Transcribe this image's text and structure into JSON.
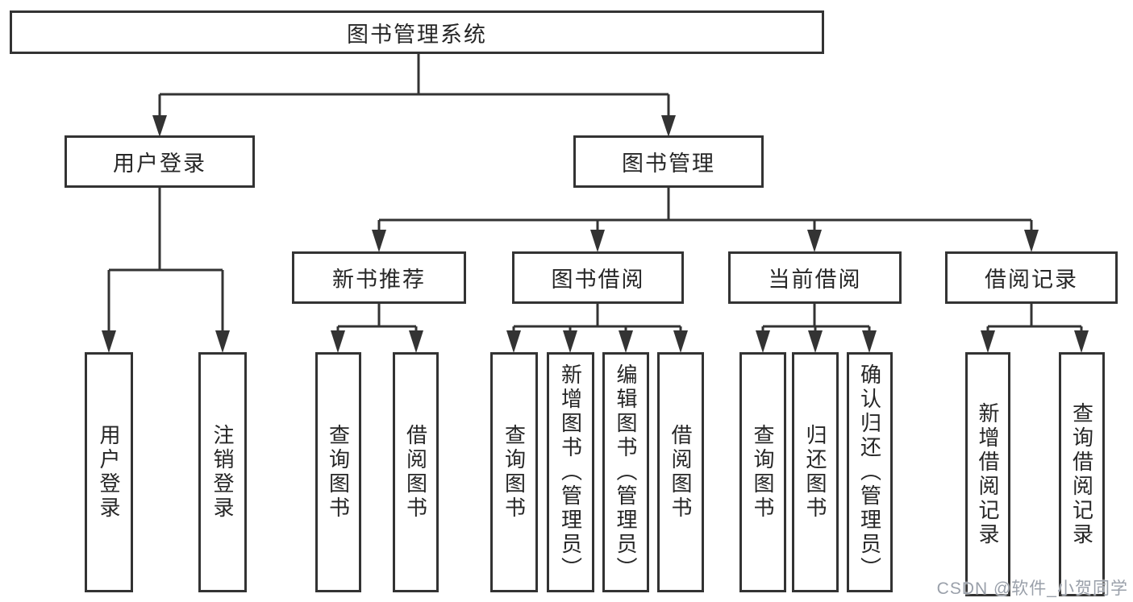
{
  "diagram": {
    "root": {
      "label": "图书管理系统"
    },
    "level2": [
      {
        "id": "user-login",
        "label": "用户登录"
      },
      {
        "id": "book-management",
        "label": "图书管理"
      }
    ],
    "level3": [
      {
        "id": "new-book-recommend",
        "parent": "book-management",
        "label": "新书推荐"
      },
      {
        "id": "book-borrowing",
        "parent": "book-management",
        "label": "图书借阅"
      },
      {
        "id": "current-borrowing",
        "parent": "book-management",
        "label": "当前借阅"
      },
      {
        "id": "borrowing-records",
        "parent": "book-management",
        "label": "借阅记录"
      }
    ],
    "leaves": [
      {
        "parent": "user-login",
        "label": "用户登录"
      },
      {
        "parent": "user-login",
        "label": "注销登录"
      },
      {
        "parent": "new-book-recommend",
        "label": "查询图书"
      },
      {
        "parent": "new-book-recommend",
        "label": "借阅图书"
      },
      {
        "parent": "book-borrowing",
        "label": "查询图书"
      },
      {
        "parent": "book-borrowing",
        "label": "新增图书（管理员）"
      },
      {
        "parent": "book-borrowing",
        "label": "编辑图书（管理员）"
      },
      {
        "parent": "book-borrowing",
        "label": "借阅图书"
      },
      {
        "parent": "current-borrowing",
        "label": "查询图书"
      },
      {
        "parent": "current-borrowing",
        "label": "归还图书"
      },
      {
        "parent": "current-borrowing",
        "label": "确认归还（管理员）"
      },
      {
        "parent": "borrowing-records",
        "label": "新增借阅记录"
      },
      {
        "parent": "borrowing-records",
        "label": "查询借阅记录"
      }
    ],
    "colors": {
      "line": "#333333",
      "box_border": "#333333",
      "box_fill": "#ffffff",
      "text": "#262626",
      "watermark": "#9aa0aa"
    },
    "watermark": "CSDN @软件_小贺同学"
  }
}
